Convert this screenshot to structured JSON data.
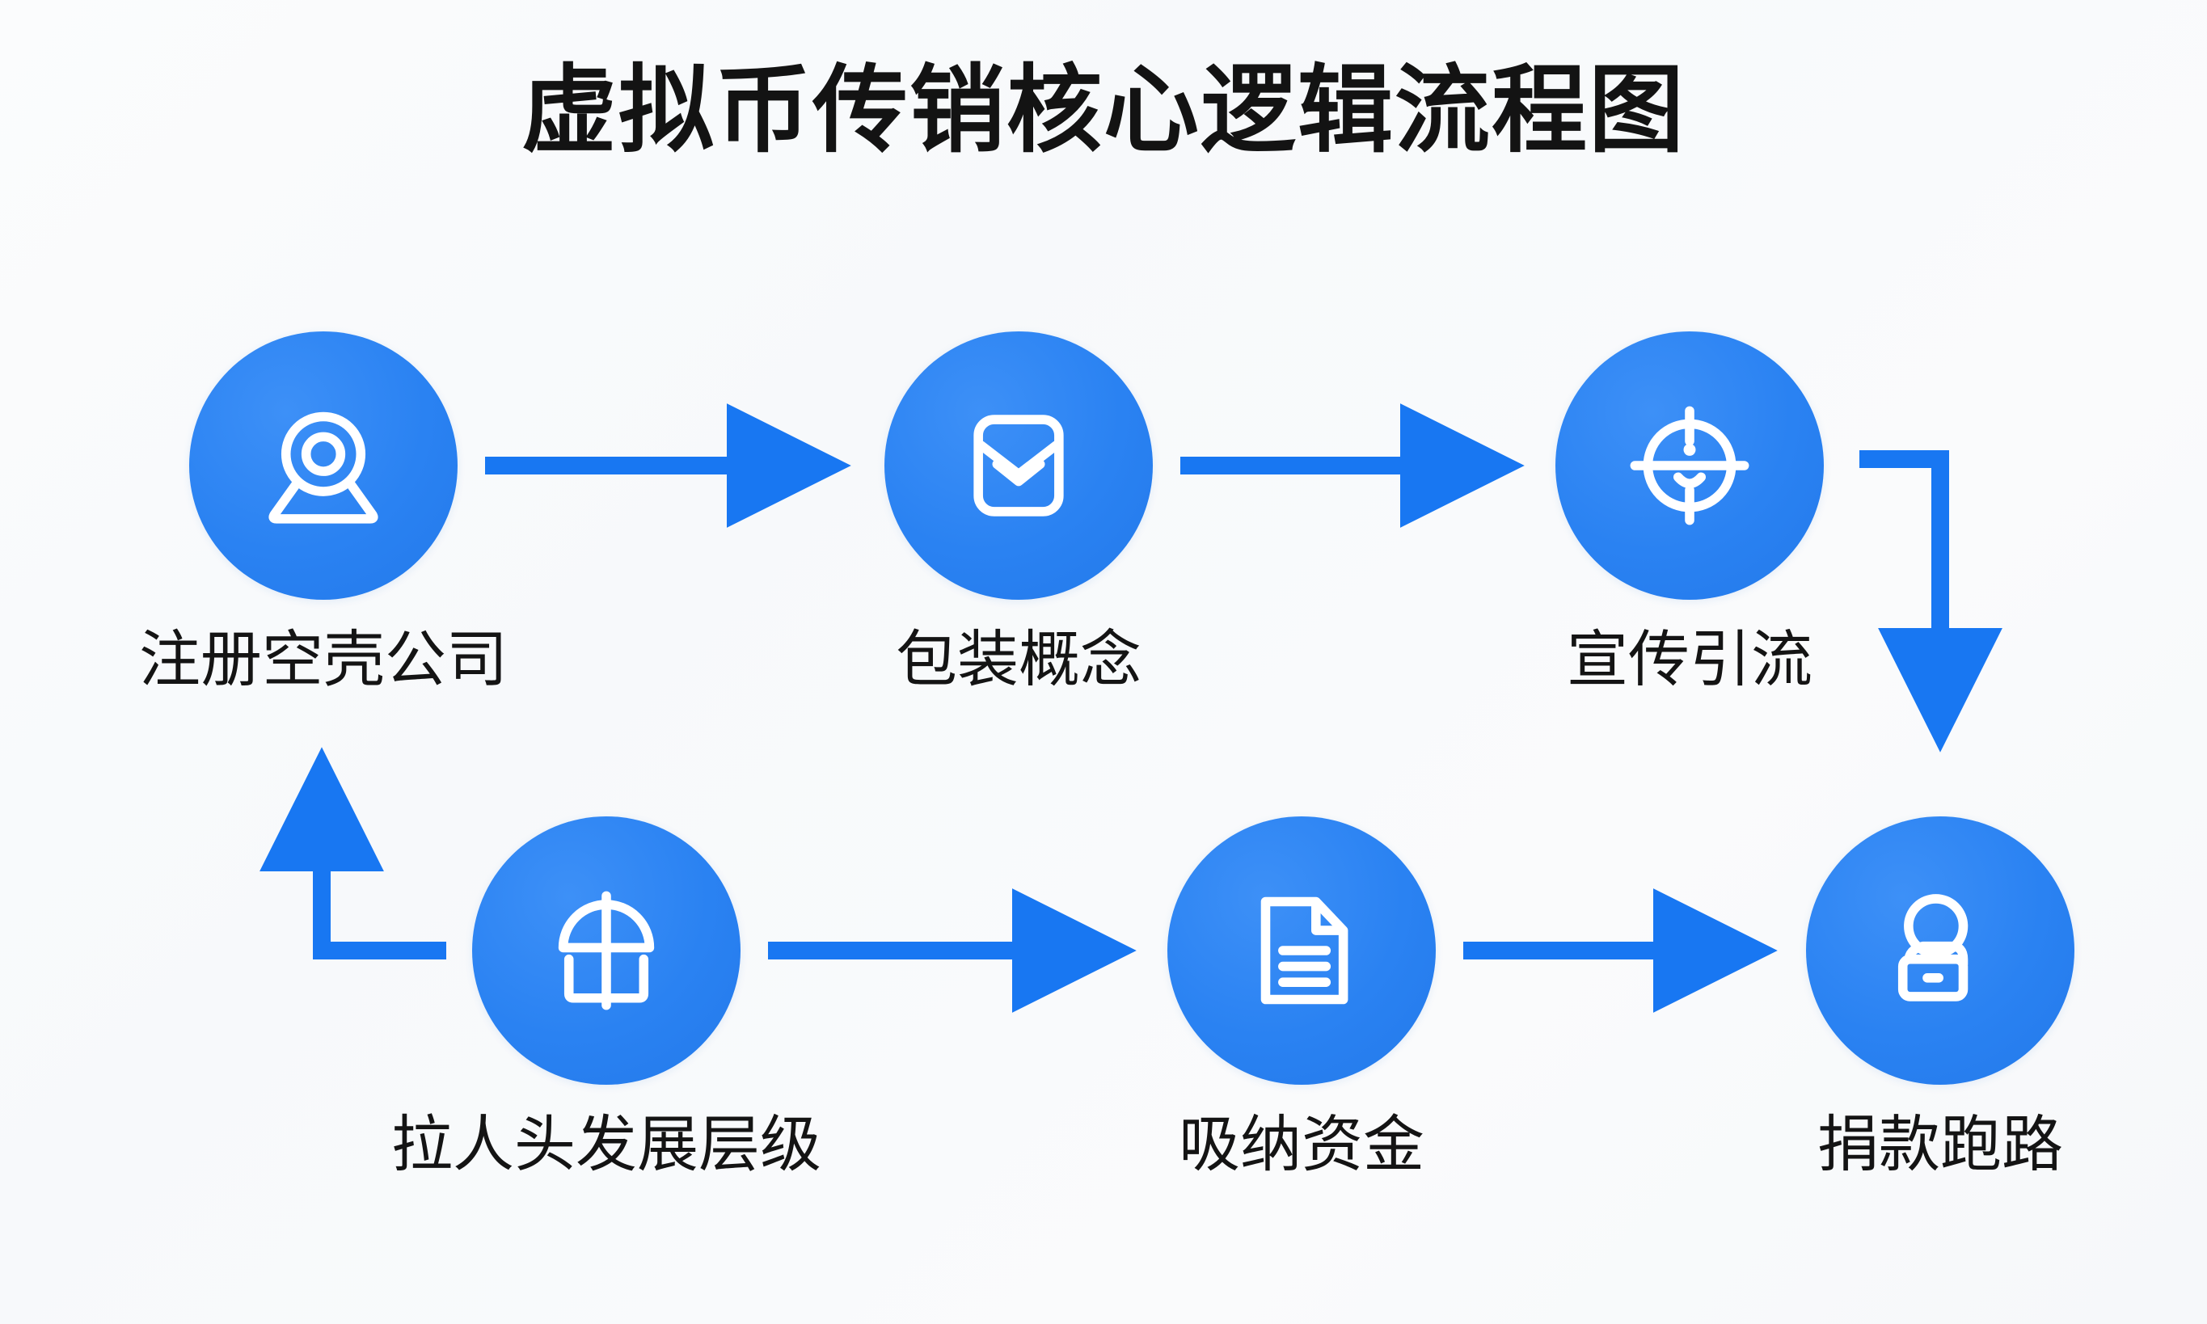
{
  "title": "虚拟币传销核心逻辑流程图",
  "theme": {
    "accent": "#2a82f2",
    "arrow": "#1877f2",
    "background": "#f8fafb",
    "text": "#141414",
    "icon": "#ffffff"
  },
  "nodes": [
    {
      "id": "shell-company",
      "label": "注册空壳公司",
      "icon": "webcam-person-icon",
      "row": 1,
      "col": 1
    },
    {
      "id": "package-concept",
      "label": "包装概念",
      "icon": "envelope-icon",
      "row": 1,
      "col": 2
    },
    {
      "id": "promotion",
      "label": "宣传引流",
      "icon": "crosshair-target-icon",
      "row": 1,
      "col": 3
    },
    {
      "id": "recruit",
      "label": "拉人头发展层级",
      "icon": "umbrella-network-icon",
      "row": 2,
      "col": 1
    },
    {
      "id": "absorb-funds",
      "label": "吸纳资金",
      "icon": "document-lines-icon",
      "row": 2,
      "col": 2
    },
    {
      "id": "abscond",
      "label": "捐款跑路",
      "icon": "person-safe-icon",
      "row": 2,
      "col": 3
    }
  ],
  "edges": [
    {
      "from": "shell-company",
      "to": "package-concept",
      "style": "straight-right"
    },
    {
      "from": "package-concept",
      "to": "promotion",
      "style": "straight-right"
    },
    {
      "from": "promotion",
      "to": "abscond",
      "style": "elbow-right-down"
    },
    {
      "from": "recruit",
      "to": "absorb-funds",
      "style": "straight-right"
    },
    {
      "from": "absorb-funds",
      "to": "abscond",
      "style": "straight-right"
    },
    {
      "from": "recruit",
      "to": "shell-company",
      "style": "elbow-left-up"
    }
  ],
  "chart_data": {
    "type": "diagram",
    "diagram_type": "flowchart",
    "title": "虚拟币传销核心逻辑流程图",
    "node_labels": [
      "注册空壳公司",
      "包装概念",
      "宣传引流",
      "拉人头发展层级",
      "吸纳资金",
      "捐款跑路"
    ],
    "flow_sequence": "注册空壳公司 → 包装概念 → 宣传引流 → 捐款跑路；拉人头发展层级 → 吸纳资金 → 捐款跑路；拉人头发展层级 → 注册空壳公司",
    "layout": "two-row snake with feedback loop",
    "legend": "none"
  }
}
